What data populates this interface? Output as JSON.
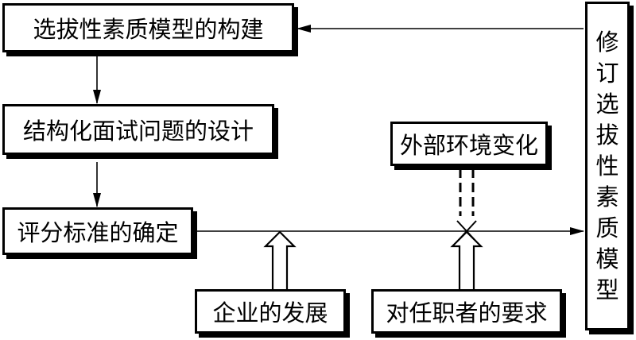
{
  "boxes": {
    "build": "选拔性素质模型的构建",
    "interview": "结构化面试问题的设计",
    "criteria": "评分标准的确定",
    "external": "外部环境变化",
    "enterprise": "企业的发展",
    "requirements": "对任职者的要求"
  },
  "revise": [
    "修",
    "订",
    "选",
    "拔",
    "性",
    "素",
    "质",
    "模",
    "型"
  ]
}
